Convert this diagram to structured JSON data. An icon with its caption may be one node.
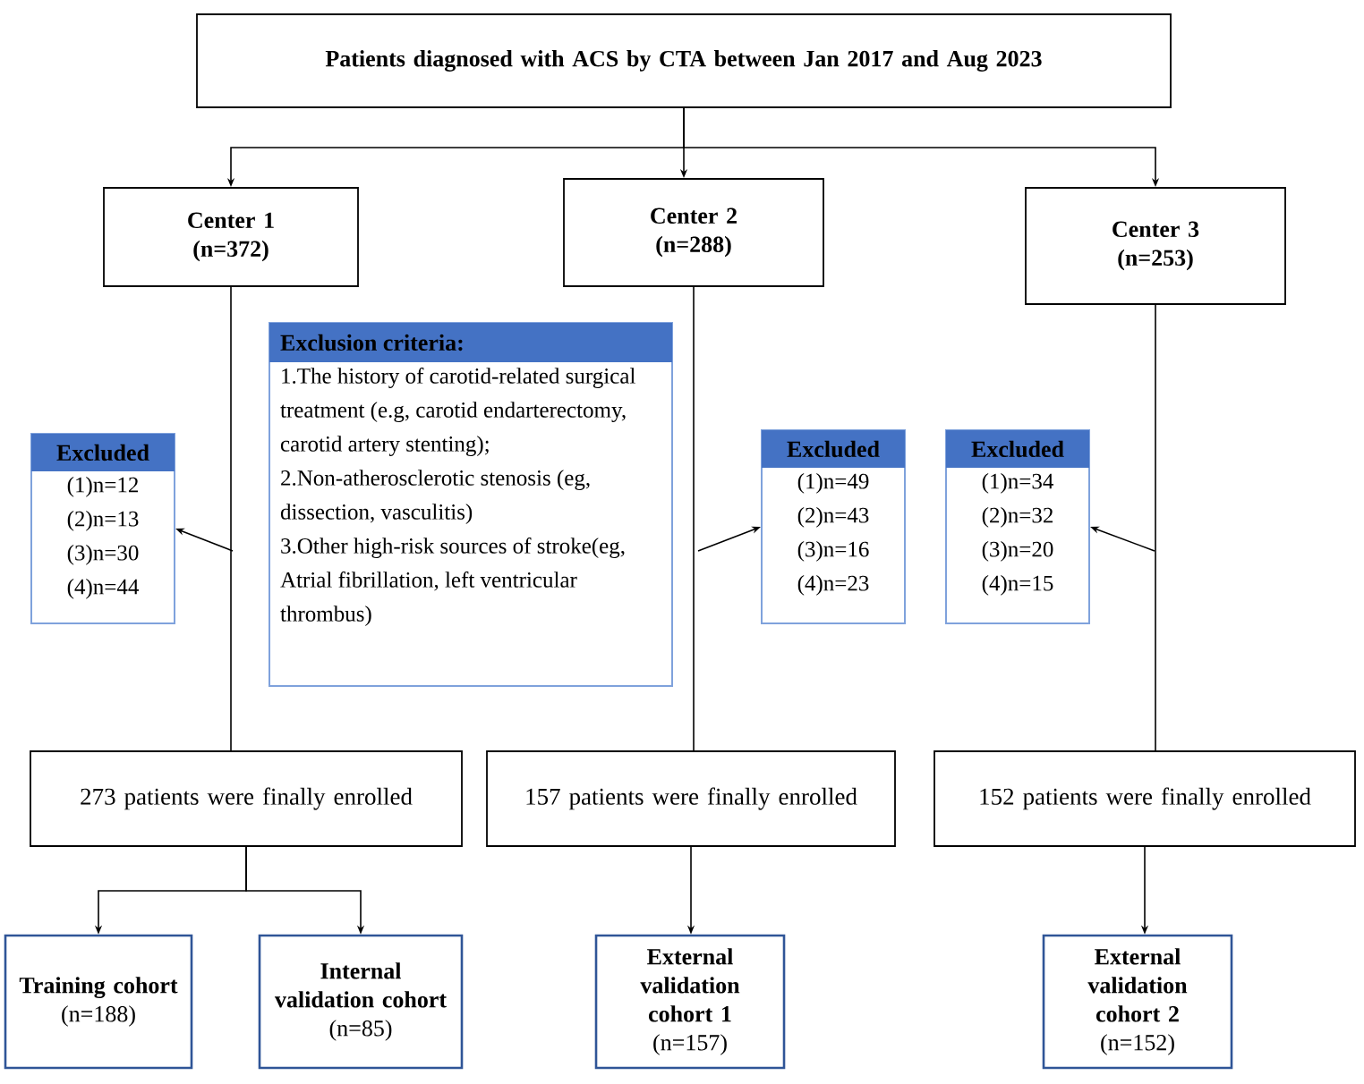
{
  "diagram": {
    "nodes": [
      {
        "text": [
          "Patients diagnosed with ACS by CTA between Jan 2017 and Aug 2023"
        ]
      },
      {
        "text": [
          "Center 1",
          "(n=372)"
        ]
      },
      {
        "text": [
          "Center 2",
          "(n=288)"
        ]
      },
      {
        "text": [
          "Center 3",
          "(n=253)"
        ]
      },
      {
        "text": [
          "Exclusion criteria:",
          "1.The history of carotid-related surgical treatment (e.g, carotid endarterectomy, carotid artery stenting);",
          "2.Non-atherosclerotic stenosis (eg, dissection, vasculitis)",
          "3.Other high-risk sources of stroke(eg, Atrial fibrillation, left ventricular thrombus)"
        ]
      },
      {
        "text": [
          "Excluded",
          "(1)n=12",
          "(2)n=13",
          "(3)n=30",
          "(4)n=44"
        ]
      },
      {
        "text": [
          "Excluded",
          "(1)n=49",
          "(2)n=43",
          "(3)n=16",
          "(4)n=23"
        ]
      },
      {
        "text": [
          "Excluded",
          "(1)n=34",
          "(2)n=32",
          "(3)n=20",
          "(4)n=15"
        ]
      },
      {
        "text": [
          "273 patients were finally enrolled"
        ]
      },
      {
        "text": [
          "157 patients were finally enrolled"
        ]
      },
      {
        "text": [
          "152 patients were finally enrolled"
        ]
      },
      {
        "text": [
          "Training cohort",
          "(n=188)"
        ]
      },
      {
        "text": [
          "Internal validation cohort",
          "(n=85)"
        ]
      },
      {
        "text": [
          "External validation cohort 1",
          "(n=157)"
        ]
      },
      {
        "text": [
          "External validation cohort 2",
          "(n=152)"
        ]
      }
    ],
    "edges": [
      {
        "from": 0,
        "to": 1,
        "arrow": "to"
      },
      {
        "from": 0,
        "to": 2,
        "arrow": "to"
      },
      {
        "from": 0,
        "to": 3,
        "arrow": "to"
      },
      {
        "from": null,
        "to": 5,
        "arrow": "to"
      },
      {
        "from": null,
        "to": 6,
        "arrow": "to"
      },
      {
        "from": null,
        "to": 7,
        "arrow": "to"
      },
      {
        "from": 1,
        "to": 8,
        "arrow": "none"
      },
      {
        "from": 2,
        "to": 9,
        "arrow": "none"
      },
      {
        "from": 3,
        "to": 10,
        "arrow": "none"
      },
      {
        "from": 8,
        "to": 11,
        "arrow": "to"
      },
      {
        "from": 8,
        "to": 12,
        "arrow": "to"
      },
      {
        "from": 9,
        "to": 13,
        "arrow": "to"
      },
      {
        "from": 10,
        "to": 14,
        "arrow": "to"
      }
    ]
  }
}
